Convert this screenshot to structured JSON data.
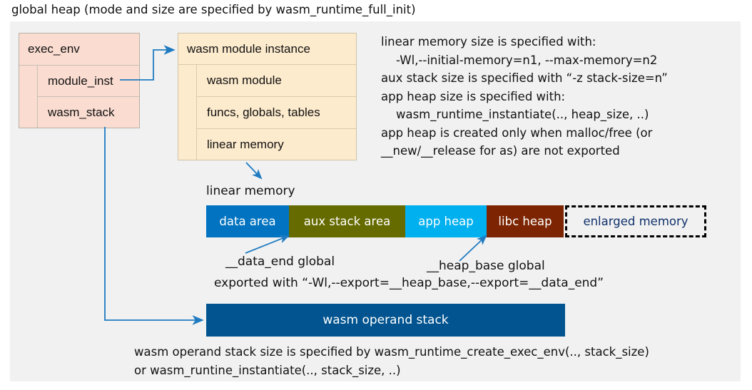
{
  "title": "global heap (mode and size are specified by wasm_runtime_full_init)",
  "colors": {
    "panel_bg": "#f1f1f1",
    "exec_env_fill": "#fadcd0",
    "module_instance_fill": "#fdebcd",
    "data_area": "#0273c0",
    "aux_stack_area": "#666b00",
    "app_heap": "#00b0ef",
    "libc_heap": "#7d2502",
    "enlarged_memory_text": "#10316b",
    "operand_stack": "#01548f",
    "arrow": "#1f7bc1"
  },
  "exec_env": {
    "header": "exec_env",
    "rows": [
      "module_inst",
      "wasm_stack"
    ]
  },
  "module_instance": {
    "header": "wasm module instance",
    "rows": [
      "wasm module",
      "funcs, globals, tables",
      "linear memory"
    ]
  },
  "notes": {
    "right": "linear memory size is specified with:\n    -Wl,--initial-memory=n1, --max-memory=n2\naux stack size is specified with “-z stack-size=n”\napp heap size is specified with:\n    wasm_runtime_instantiate(.., heap_size, ..)\napp heap is created only when malloc/free (or\n__new/__release for as) are not exported",
    "bottom": "wasm operand stack size is specified by wasm_runtime_create_exec_env(.., stack_size)\nor wasm_runtine_instantiate(.., stack_size, ..)"
  },
  "linear_memory": {
    "label": "linear memory",
    "segments": [
      {
        "label": "data area",
        "color": "#0273c0",
        "width": 116,
        "text_color": "#ffffff",
        "dashed": false
      },
      {
        "label": "aux stack area",
        "color": "#666b00",
        "width": 163,
        "text_color": "#ffffff",
        "dashed": false
      },
      {
        "label": "app heap",
        "color": "#00b0ef",
        "width": 114,
        "text_color": "#ffffff",
        "dashed": false
      },
      {
        "label": "libc heap",
        "color": "#7d2502",
        "width": 108,
        "text_color": "#ffffff",
        "dashed": false
      },
      {
        "label": "enlarged memory",
        "color": "#f1f1f1",
        "width": 198,
        "text_color": "#10316b",
        "dashed": true
      }
    ],
    "annotations": {
      "data_end": "__data_end global",
      "heap_base": "__heap_base global",
      "exported": "exported with “-Wl,--export=__heap_base,--export=__data_end”"
    }
  },
  "operand_stack": {
    "label": "wasm operand stack"
  }
}
